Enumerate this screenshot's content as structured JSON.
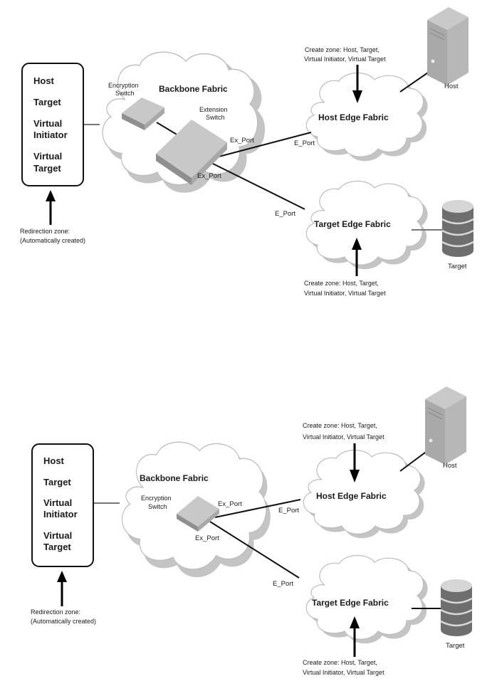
{
  "diagrams": [
    {
      "zone_box": {
        "items": [
          "Host",
          "Target",
          "Virtual",
          "Initiator",
          "Virtual",
          "Target"
        ]
      },
      "redirection_zone": {
        "line1": "Redirection zone:",
        "line2": "(Automatically created)"
      },
      "backbone": {
        "title": "Backbone Fabric",
        "encryption_switch": {
          "line1": "Encryption",
          "line2": "Switch"
        },
        "extension_switch": {
          "line1": "Extension",
          "line2": "Switch"
        },
        "ex_port_upper": "Ex_Port",
        "ex_port_lower": "Ex_Port"
      },
      "host_edge": {
        "title": "Host Edge Fabric",
        "e_port": "E_Port",
        "zone_line1": "Create zone: Host, Target,",
        "zone_line2": "Virtual Initiator, Virtual Target"
      },
      "target_edge": {
        "title": "Target Edge Fabric",
        "e_port": "E_Port",
        "zone_line1": "Create zone: Host, Target,",
        "zone_line2": "Virtual Initiator, Virtual Target"
      },
      "host_device": {
        "label": "Host",
        "icon": "server-tower-icon"
      },
      "target_device": {
        "label": "Target",
        "icon": "storage-database-icon"
      }
    },
    {
      "zone_box": {
        "items": [
          "Host",
          "Target",
          "Virtual",
          "Initiator",
          "Virtual",
          "Target"
        ]
      },
      "redirection_zone": {
        "line1": "Redirection zone:",
        "line2": "(Automatically created)"
      },
      "backbone": {
        "title": "Backbone Fabric",
        "encryption_switch": {
          "line1": "Encryption",
          "line2": "Switch"
        },
        "ex_port_upper": "Ex_Port",
        "ex_port_lower": "Ex_Port"
      },
      "host_edge": {
        "title": "Host Edge Fabric",
        "e_port": "E_Port",
        "zone_line1": "Create zone: Host, Target,",
        "zone_line2": "Virtual Initiator, Virtual Target"
      },
      "target_edge": {
        "title": "Target Edge Fabric",
        "e_port": "E_Port",
        "zone_line1": "Create zone: Host, Target,",
        "zone_line2": "Virtual Initiator, Virtual Target"
      },
      "host_device": {
        "label": "Host",
        "icon": "server-tower-icon"
      },
      "target_device": {
        "label": "Target",
        "icon": "storage-database-icon"
      }
    }
  ]
}
